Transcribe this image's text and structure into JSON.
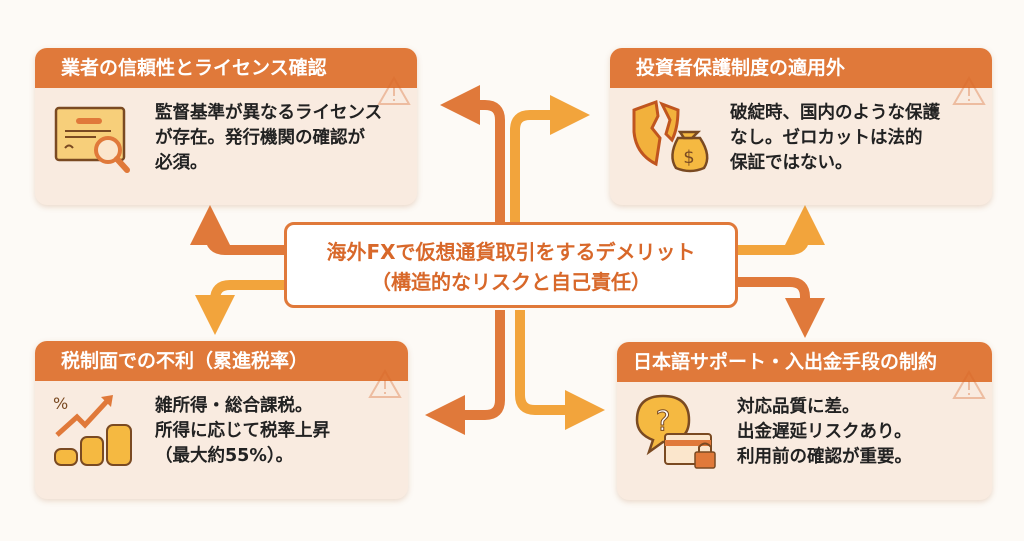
{
  "center": {
    "title": "海外FXで仮想通貨取引をするデメリット",
    "subtitle": "（構造的なリスクと自己責任）"
  },
  "cards": [
    {
      "title": "業者の信頼性とライセンス確認",
      "body": "監督基準が異なるライセンス\nが存在。発行機関の確認が\n必須。",
      "icon": "certificate-magnifier-icon"
    },
    {
      "title": "投資者保護制度の適用外",
      "body": "破綻時、国内のような保護\nなし。ゼロカットは法的\n保証ではない。",
      "icon": "broken-shield-money-bag-icon"
    },
    {
      "title": "税制面での不利（累進税率）",
      "body": "雑所得・総合課税。\n所得に応じて税率上昇\n（最大約55%）。",
      "icon": "rising-chart-coins-icon"
    },
    {
      "title": "日本語サポート・入出金手段の制約",
      "body": "対応品質に差。\n出金遅延リスクあり。\n利用前の確認が重要。",
      "icon": "question-card-lock-icon"
    }
  ],
  "colors": {
    "accent": "#e0793a",
    "accent_light": "#f2a43c",
    "card_bg": "#f9ebe0"
  }
}
